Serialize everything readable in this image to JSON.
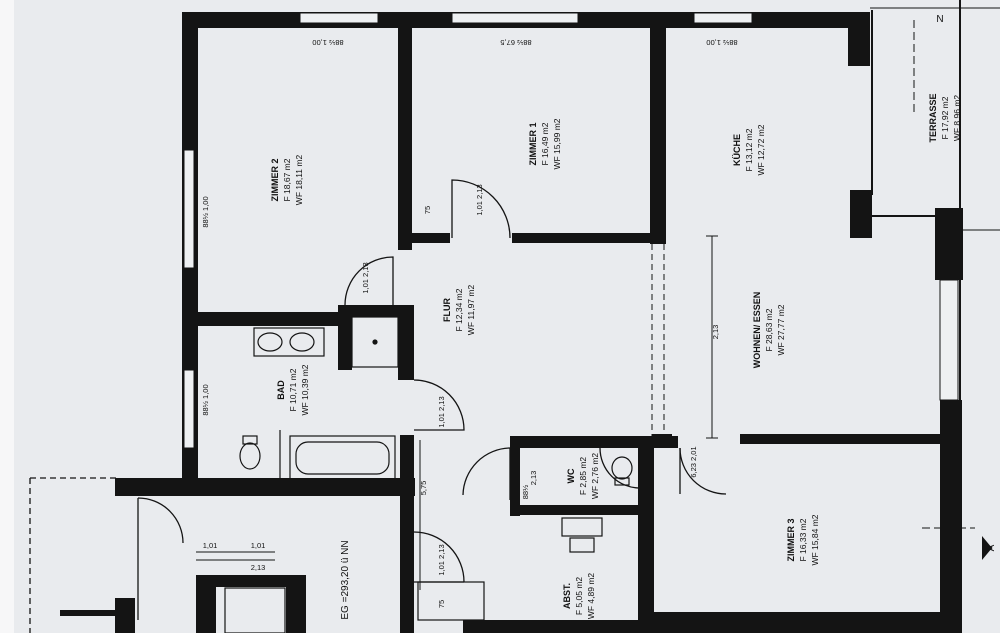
{
  "rooms": {
    "zimmer2": {
      "name": "ZIMMER 2",
      "f": "F 18,67 m2",
      "wf": "WF 18,11 m2"
    },
    "zimmer1": {
      "name": "ZIMMER 1",
      "f": "F 16,49 m2",
      "wf": "WF 15,99 m2"
    },
    "kueche": {
      "name": "KÜCHE",
      "f": "F 13,12 m2",
      "wf": "WF 12,72 m2"
    },
    "terrasse": {
      "name": "TERRASSE",
      "f": "F 17,92 m2",
      "wf": "WF 8,96 m2"
    },
    "flur": {
      "name": "FLUR",
      "f": "F 12,34 m2",
      "wf": "WF 11,97 m2"
    },
    "wohnen": {
      "name": "WOHNEN/ ESSEN",
      "f": "F 28,63 m2",
      "wf": "WF 27,77 m2"
    },
    "bad": {
      "name": "BAD",
      "f": "F 10,71 m2",
      "wf": "WF 10,39 m2"
    },
    "wc": {
      "name": "WC",
      "f": "F 2,85 m2",
      "wf": "WF 2,76 m2"
    },
    "abst": {
      "name": "ABST.",
      "f": "F 5,05 m2",
      "wf": "WF 4,89 m2"
    },
    "zimmer3": {
      "name": "ZIMMER 3",
      "f": "F 16,33 m2",
      "wf": "WF 15,84 m2"
    }
  },
  "dims": {
    "d1": "88½ 1,00",
    "d2": "88½ 67,5",
    "d3": "88½ 1,00",
    "d4": "88½ 1,00",
    "d5": "88½ 1,00",
    "d6": "1,01 2,13",
    "d7": "1,01 2,13",
    "d8": "1,01 2,13",
    "d9": "2,13",
    "d10": "1,01 2,13",
    "d11": "2,13",
    "d12": "5,75",
    "d13": "75",
    "d14": "75",
    "d15": "1,01",
    "d16": "2,13",
    "d17": "1,01",
    "d18": "88½",
    "d19": "6,23 2,01"
  },
  "level": "EG =293,20 ü NN",
  "markers": {
    "n": "N",
    "a": "A"
  }
}
